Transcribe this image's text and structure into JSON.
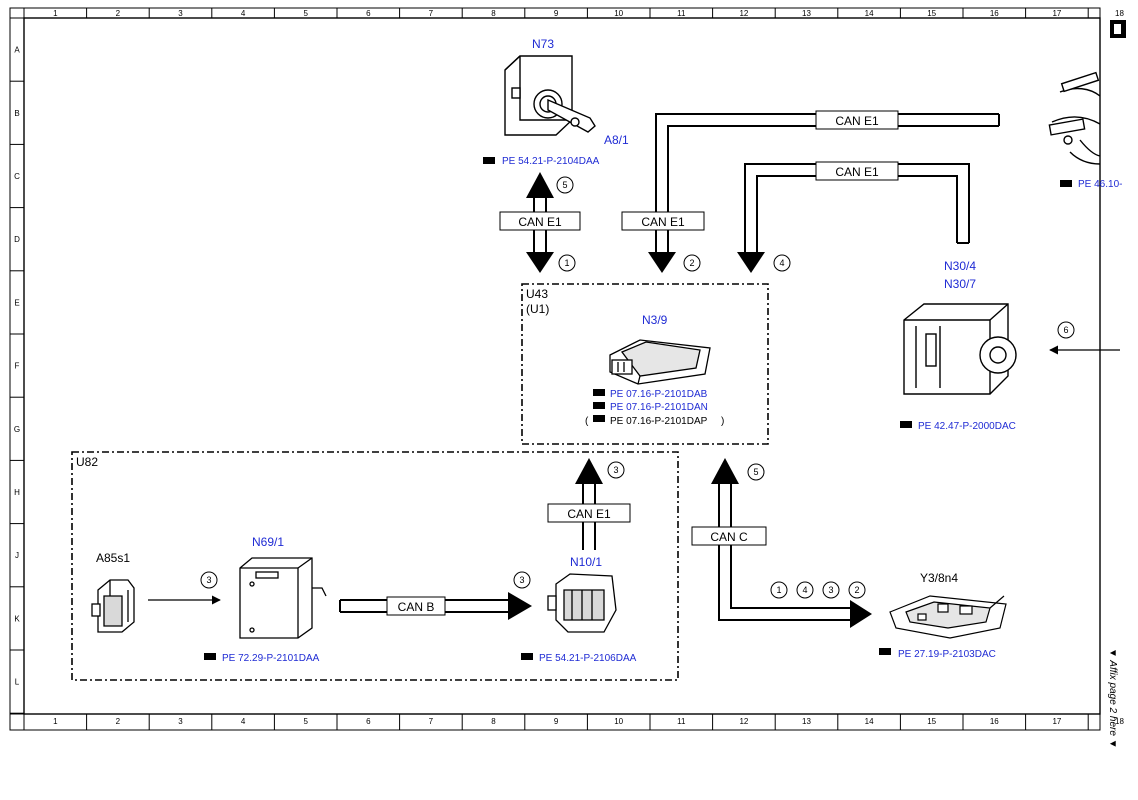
{
  "grid": {
    "columns": [
      "1",
      "2",
      "3",
      "4",
      "5",
      "6",
      "7",
      "8",
      "9",
      "10",
      "11",
      "12",
      "13",
      "14",
      "15",
      "16",
      "17",
      "18"
    ],
    "rows": [
      "A",
      "B",
      "C",
      "D",
      "E",
      "F",
      "G",
      "H",
      "J",
      "K",
      "L"
    ]
  },
  "components": {
    "n73": {
      "id": "N73",
      "ref": "PE 54.21-P-2104DAA",
      "sub_id": "A8/1"
    },
    "steering_column": {
      "ref": "PE 46.10-"
    },
    "n30": {
      "id_line1": "N30/4",
      "id_line2": "N30/7",
      "ref": "PE 42.47-P-2000DAC"
    },
    "u43": {
      "group_id": "U43",
      "group_sub": "(U1)",
      "id": "N3/9",
      "ref1": "PE 07.16-P-2101DAB",
      "ref2": "PE 07.16-P-2101DAN",
      "ref3": "PE 07.16-P-2101DAP",
      "paren_open": "(",
      "paren_close": ")"
    },
    "u82": {
      "group_id": "U82"
    },
    "a85s1": {
      "id": "A85s1"
    },
    "n69": {
      "id": "N69/1",
      "ref": "PE 72.29-P-2101DAA"
    },
    "n10": {
      "id": "N10/1",
      "ref": "PE 54.21-P-2106DAA"
    },
    "y3": {
      "id": "Y3/8n4",
      "ref": "PE 27.19-P-2103DAC"
    }
  },
  "buses": {
    "can_e1": "CAN E1",
    "can_b": "CAN B",
    "can_c": "CAN C"
  },
  "steps": {
    "s1": "1",
    "s2": "2",
    "s3": "3",
    "s4": "4",
    "s5": "5",
    "s6": "6"
  },
  "side_note": "▼ Affix page 2 here ▼"
}
